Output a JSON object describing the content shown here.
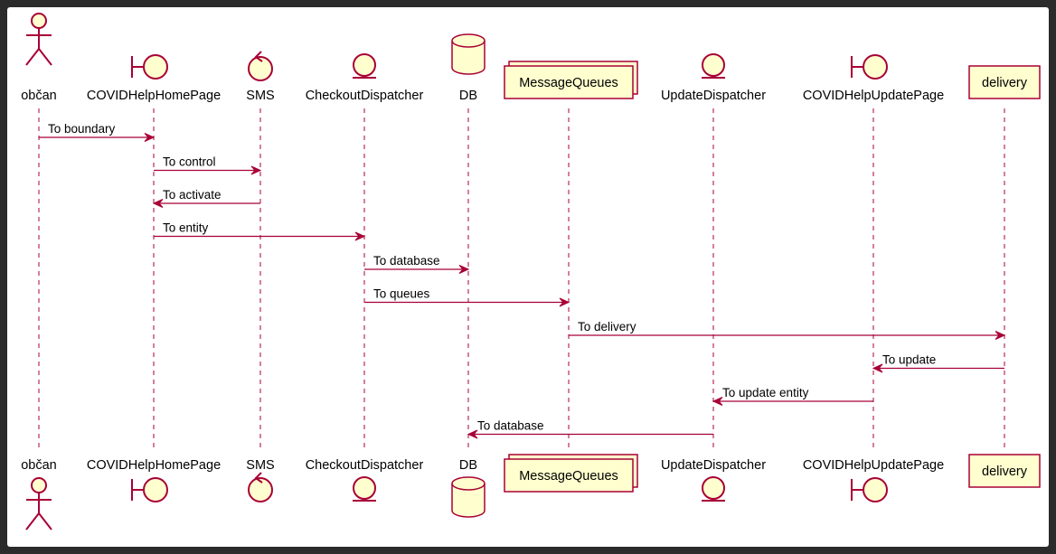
{
  "diagram": {
    "type": "sequence",
    "colors": {
      "line": "#a80036",
      "fill": "#fefece",
      "background": "#ffffff",
      "outer": "#2b2b2b"
    },
    "participants": [
      {
        "id": "obcan",
        "label": "občan",
        "kind": "actor"
      },
      {
        "id": "home",
        "label": "COVIDHelpHomePage",
        "kind": "boundary"
      },
      {
        "id": "sms",
        "label": "SMS",
        "kind": "control"
      },
      {
        "id": "checkout",
        "label": "CheckoutDispatcher",
        "kind": "entity"
      },
      {
        "id": "db",
        "label": "DB",
        "kind": "database"
      },
      {
        "id": "mq",
        "label": "MessageQueues",
        "kind": "collections"
      },
      {
        "id": "update",
        "label": "UpdateDispatcher",
        "kind": "entity"
      },
      {
        "id": "updpage",
        "label": "COVIDHelpUpdatePage",
        "kind": "boundary"
      },
      {
        "id": "delivery",
        "label": "delivery",
        "kind": "participant"
      }
    ],
    "messages": [
      {
        "from": "obcan",
        "to": "home",
        "label": "To boundary"
      },
      {
        "from": "home",
        "to": "sms",
        "label": "To control"
      },
      {
        "from": "sms",
        "to": "home",
        "label": "To activate"
      },
      {
        "from": "home",
        "to": "checkout",
        "label": "To entity"
      },
      {
        "from": "checkout",
        "to": "db",
        "label": "To database"
      },
      {
        "from": "checkout",
        "to": "mq",
        "label": "To queues"
      },
      {
        "from": "mq",
        "to": "delivery",
        "label": "To delivery"
      },
      {
        "from": "delivery",
        "to": "updpage",
        "label": "To update"
      },
      {
        "from": "updpage",
        "to": "update",
        "label": "To update entity"
      },
      {
        "from": "update",
        "to": "db",
        "label": "To database"
      }
    ]
  }
}
